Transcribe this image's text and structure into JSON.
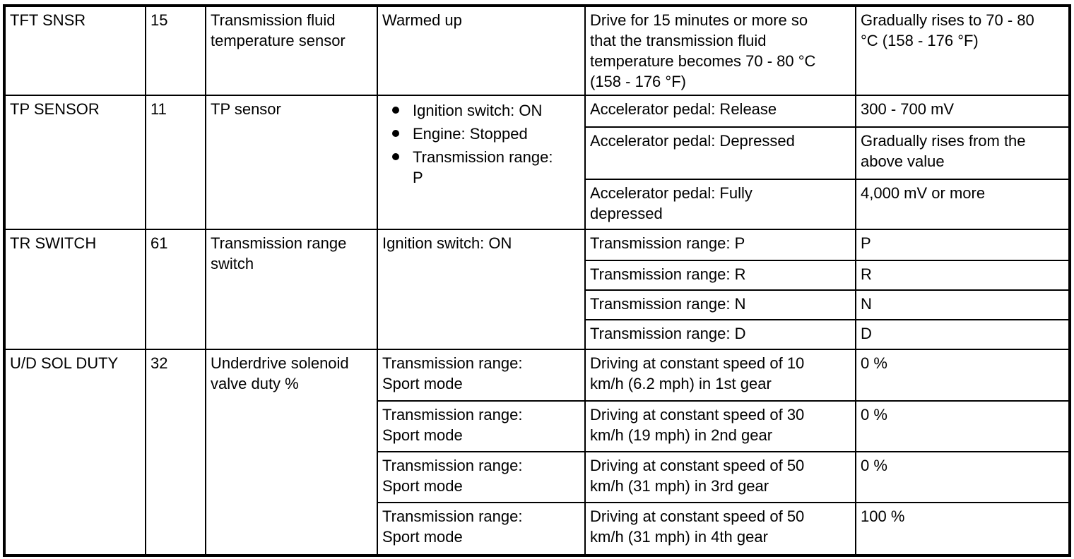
{
  "page": {
    "background": "#ffffff",
    "line_color": "#000000",
    "text_color": "#000000"
  },
  "table": {
    "groups": [
      {
        "item": "TFT SNSR",
        "no": "15",
        "description": "Transmission fluid\ntemperature sensor",
        "condition": "Warmed up",
        "subrows": [
          {
            "test": "Drive for 15 minutes or more so\nthat the transmission fluid\ntemperature becomes 70 - 80 °C\n(158 - 176 °F)",
            "value": "Gradually rises to 70 - 80\n°C (158 - 176 °F)"
          }
        ]
      },
      {
        "item": "TP SENSOR",
        "no": "11",
        "description": "TP sensor",
        "condition_bullets": [
          "Ignition switch: ON",
          "Engine: Stopped",
          "Transmission range:\nP"
        ],
        "subrows": [
          {
            "test": "Accelerator pedal: Release",
            "value": "300 - 700 mV"
          },
          {
            "test": "Accelerator pedal: Depressed",
            "value": "Gradually rises from the\nabove value"
          },
          {
            "test": "Accelerator pedal: Fully\ndepressed",
            "value": "4,000 mV or more"
          }
        ]
      },
      {
        "item": "TR SWITCH",
        "no": "61",
        "description": "Transmission range\nswitch",
        "condition": "Ignition switch: ON",
        "subrows": [
          {
            "test": "Transmission range: P",
            "value": "P"
          },
          {
            "test": "Transmission range: R",
            "value": "R"
          },
          {
            "test": "Transmission range: N",
            "value": "N"
          },
          {
            "test": "Transmission range: D",
            "value": "D"
          }
        ]
      },
      {
        "item": "U/D SOL DUTY",
        "no": "32",
        "description": "Underdrive solenoid\nvalve duty %",
        "subrows": [
          {
            "condition": "Transmission range:\nSport mode",
            "test": "Driving at constant speed of 10\nkm/h (6.2 mph) in 1st gear",
            "value": "0 %"
          },
          {
            "condition": "Transmission range:\nSport mode",
            "test": "Driving at constant speed of 30\nkm/h (19 mph) in 2nd gear",
            "value": "0 %"
          },
          {
            "condition": "Transmission range:\nSport mode",
            "test": "Driving at constant speed of 50\nkm/h (31 mph) in 3rd gear",
            "value": "0 %"
          },
          {
            "condition": "Transmission range:\nSport mode",
            "test": "Driving at constant speed of 50\nkm/h (31 mph) in 4th gear",
            "value": "100 %"
          }
        ]
      }
    ]
  }
}
